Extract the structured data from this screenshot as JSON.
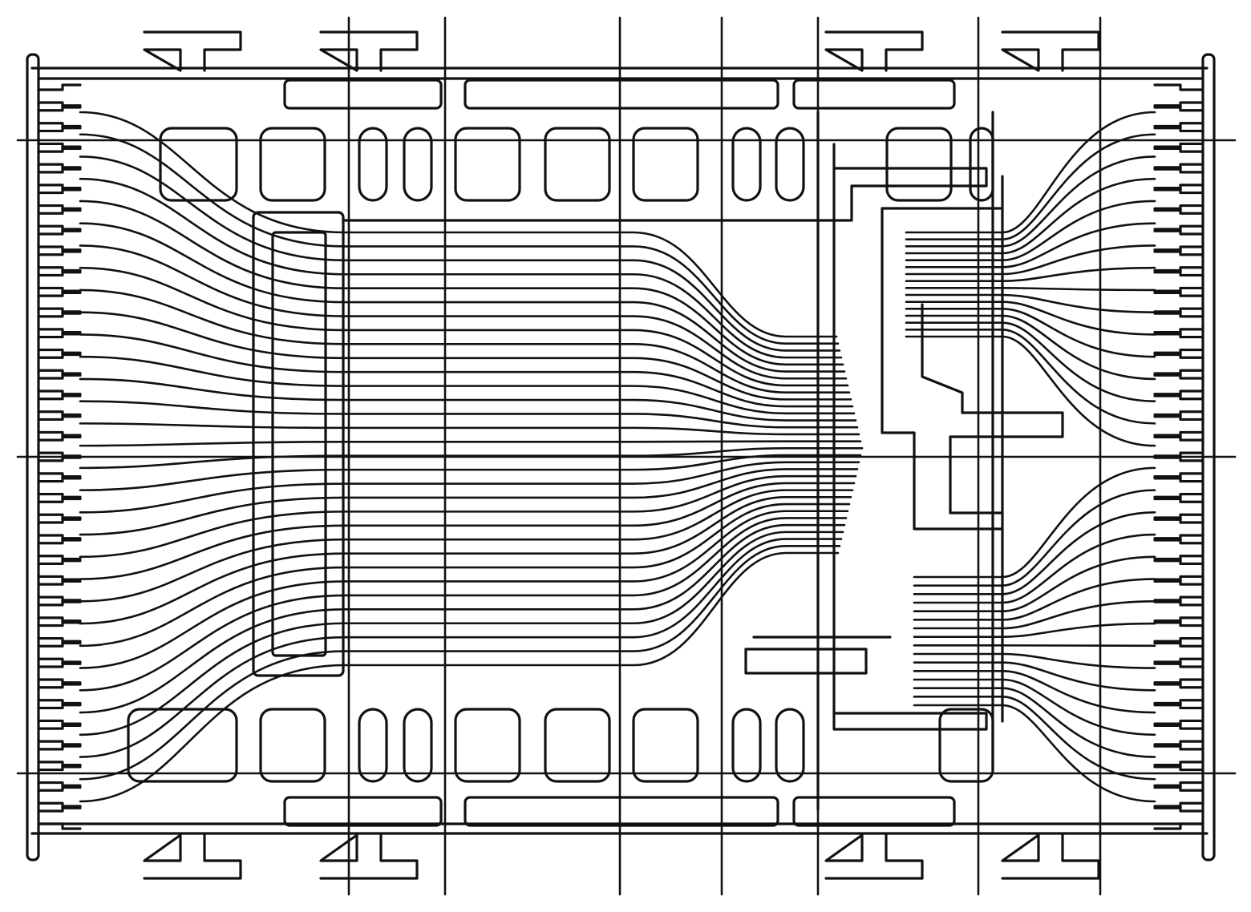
{
  "figure": {
    "kind": "lead-frame-layout-drawing",
    "line_color": "#111111",
    "background_color": "#ffffff",
    "left_lead_count": 36,
    "right_lead_count": 36,
    "left_finger_fan_count": 32,
    "right_finger_fan_count": 32,
    "top_slot_pattern": [
      "round-rect",
      "round-rect",
      "pill",
      "pill",
      "round-rect",
      "round-rect",
      "round-rect",
      "pill",
      "pill",
      "round-rect",
      "pill"
    ],
    "bottom_slot_pattern": [
      "round-rect",
      "round-rect",
      "pill",
      "pill",
      "round-rect",
      "round-rect",
      "round-rect",
      "pill",
      "pill",
      "round-rect"
    ],
    "tie_tab_count_top": 4,
    "tie_tab_count_bottom": 4
  }
}
